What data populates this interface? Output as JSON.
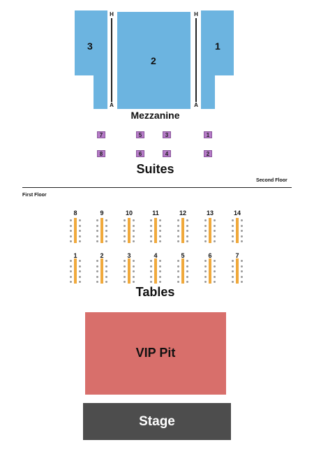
{
  "mezzanine": {
    "title": "Mezzanine",
    "sections": [
      {
        "id": "3",
        "label": "3"
      },
      {
        "id": "2",
        "label": "2"
      },
      {
        "id": "1",
        "label": "1"
      }
    ],
    "row_top": "H",
    "row_bottom": "A"
  },
  "suites": {
    "title": "Suites",
    "top_row": [
      "7",
      "5",
      "3",
      "1"
    ],
    "bottom_row": [
      "8",
      "6",
      "4",
      "2"
    ]
  },
  "floors": {
    "second": "Second Floor",
    "first": "First Floor"
  },
  "tables": {
    "title": "Tables",
    "back_row": [
      "8",
      "9",
      "10",
      "11",
      "12",
      "13",
      "14"
    ],
    "front_row": [
      "1",
      "2",
      "3",
      "4",
      "5",
      "6",
      "7"
    ]
  },
  "vip_pit": {
    "label": "VIP Pit"
  },
  "stage": {
    "label": "Stage"
  },
  "colors": {
    "mezzanine": "#6cb4e0",
    "suite": "#b67bc8",
    "table": "#f0a93c",
    "vip_pit": "#d86f6b",
    "stage": "#4d4d4d"
  }
}
